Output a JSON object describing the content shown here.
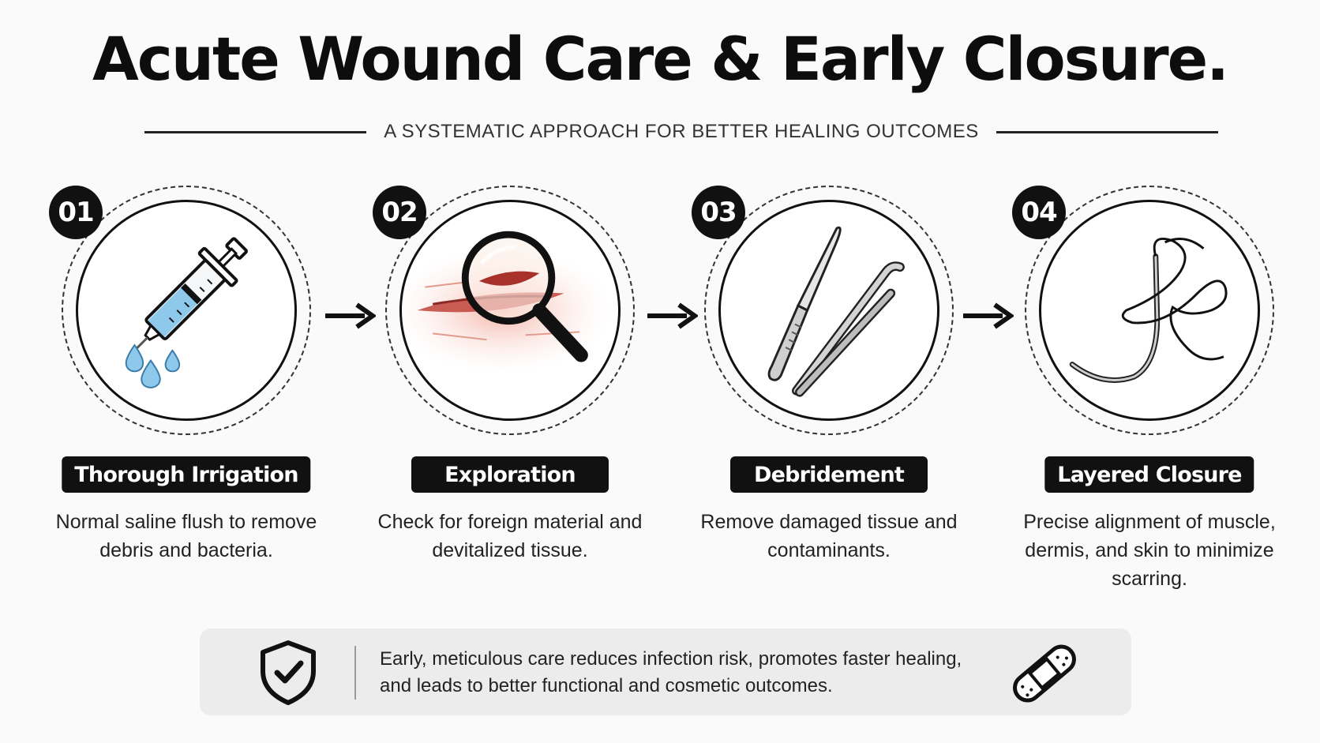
{
  "header": {
    "title": "Acute Wound Care & Early Closure.",
    "subtitle": "A SYSTEMATIC APPROACH FOR BETTER HEALING OUTCOMES"
  },
  "steps": [
    {
      "number": "01",
      "label": "Thorough Irrigation",
      "desc": "Normal saline flush to remove debris and bacteria.",
      "icon": "syringe-icon"
    },
    {
      "number": "02",
      "label": "Exploration",
      "desc": "Check for foreign material and devitalized tissue.",
      "icon": "magnifying-glass-icon"
    },
    {
      "number": "03",
      "label": "Debridement",
      "desc": "Remove damaged tissue and contaminants.",
      "icon": "scalpel-forceps-icon"
    },
    {
      "number": "04",
      "label": "Layered Closure",
      "desc": "Precise alignment of muscle, dermis, and skin to minimize scarring.",
      "icon": "suture-needle-icon"
    }
  ],
  "footer": {
    "text": "Early, meticulous care reduces infection risk, promotes faster healing, and leads to better functional and cosmetic outcomes.",
    "left_icon": "shield-check-icon",
    "right_icon": "bandage-icon"
  },
  "colors": {
    "ink": "#111111",
    "panel": "#ececec",
    "saline": "#8ec9ec",
    "wound": "#c0443c"
  }
}
